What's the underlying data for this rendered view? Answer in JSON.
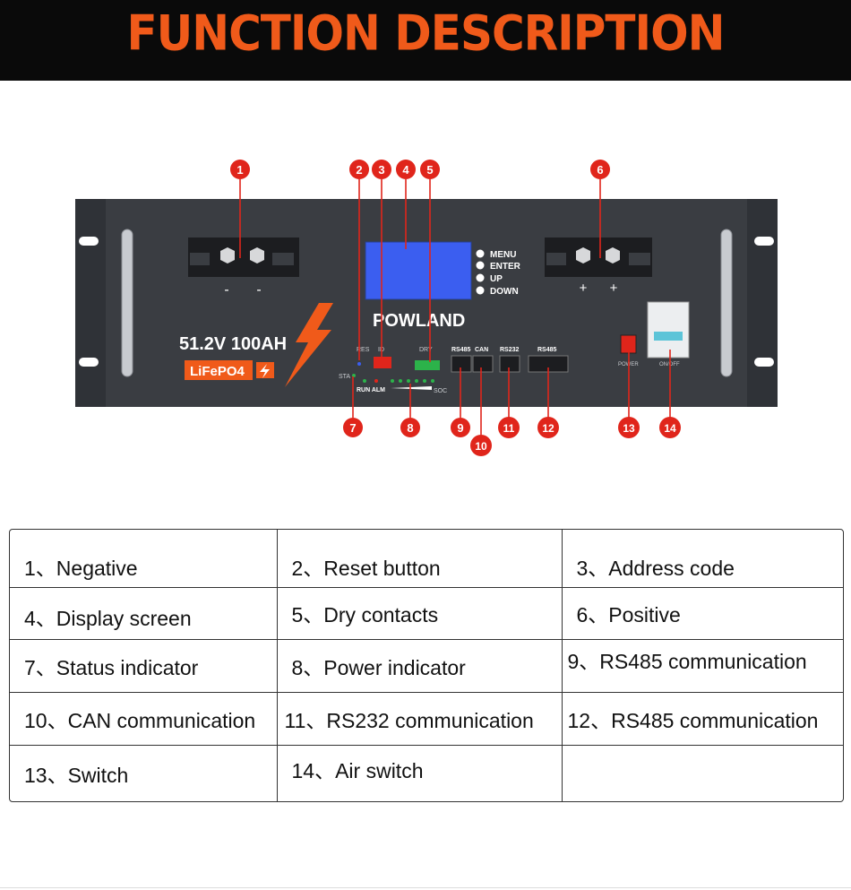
{
  "banner": {
    "title": "FUNCTION DESCRIPTION",
    "color": "#f05a1a"
  },
  "device": {
    "brand": "POWLAND",
    "voltage_capacity": "51.2V 100AH",
    "chemistry": "LiFePO4",
    "buttons": [
      "MENU",
      "ENTER",
      "UP",
      "DOWN"
    ],
    "neg_sign": "-",
    "pos_sign": "+",
    "ports": {
      "rs485_a": "RS485",
      "can": "CAN",
      "rs232": "RS232",
      "rs485_b": "RS485"
    },
    "small_labels": {
      "res": "RES",
      "id": "ID",
      "dry": "DRY",
      "sta": "STA",
      "run_alm": "RUN ALM",
      "soc": "SOC",
      "power": "POWER",
      "onoff": "ON/OFF"
    }
  },
  "callouts": [
    "1",
    "2",
    "3",
    "4",
    "5",
    "6",
    "7",
    "8",
    "9",
    "10",
    "11",
    "12",
    "13",
    "14"
  ],
  "table": {
    "rows": [
      [
        "1、Negative",
        "2、Reset button",
        "3、Address code"
      ],
      [
        "4、Display screen",
        "5、Dry contacts",
        "6、Positive"
      ],
      [
        "7、Status indicator",
        "8、Power indicator",
        "9、RS485 communication"
      ],
      [
        "10、CAN communication",
        "11、RS232 communication",
        "12、RS485 communication"
      ],
      [
        "13、Switch",
        "14、Air switch",
        ""
      ]
    ]
  },
  "colors": {
    "accent": "#f05a1a",
    "callout": "#e0251b",
    "panel": "#3a3d42",
    "screen": "#3b5ef0"
  }
}
